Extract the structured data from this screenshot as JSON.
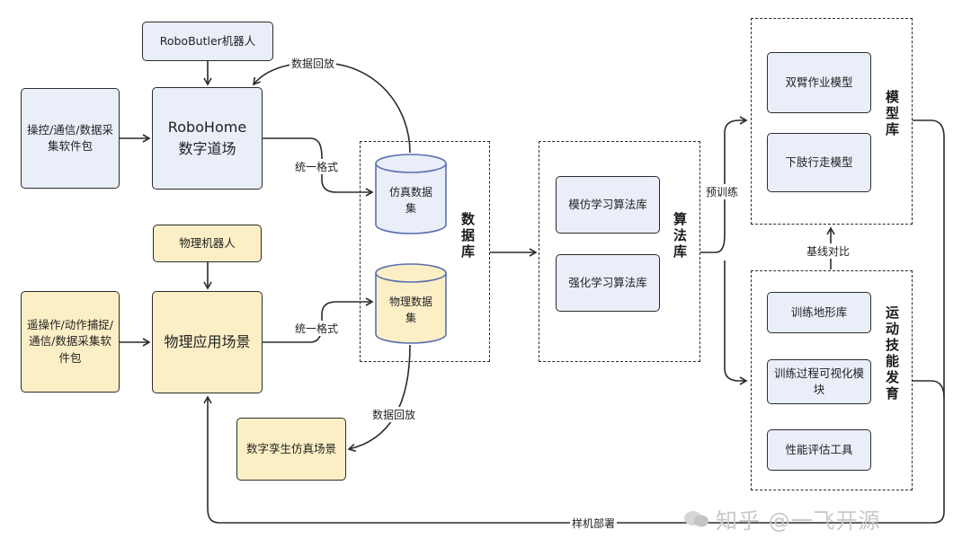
{
  "nodes": {
    "robobutler": "RoboButler机器人",
    "sim_pkg": "操控/通信/数据采集软件包",
    "robohome_line1": "RoboHome",
    "robohome_line2": "数字道场",
    "phys_robot": "物理机器人",
    "phys_pkg": "遥操作/动作捕捉/通信/数据采集软件包",
    "phys_scene": "物理应用场景",
    "twin_scene": "数字孪生仿真场景",
    "sim_dataset_line1": "仿真数据",
    "sim_dataset_line2": "集",
    "phys_dataset_line1": "物理数据",
    "phys_dataset_line2": "集",
    "imitation_lib": "模仿学习算法库",
    "rl_lib": "强化学习算法库",
    "dual_arm_model": "双臂作业模型",
    "lower_limb_model": "下肢行走模型",
    "terrain_lib": "训练地形库",
    "viz_module": "训练过程可视化模块",
    "perf_tool": "性能评估工具"
  },
  "groups": {
    "database": "数据库",
    "algorithm": "算法库",
    "model": "模型库",
    "motor_skill": "运动技能发育"
  },
  "edges": {
    "replay_top": "数据回放",
    "unify_top": "统一格式",
    "unify_bottom": "统一格式",
    "replay_bottom": "数据回放",
    "pretrain": "预训练",
    "baseline": "基线对比",
    "deploy": "样机部署"
  },
  "watermark": "知乎 @一飞开源",
  "colors": {
    "sim_fill": "#e9eef8",
    "phys_fill": "#fcefc6",
    "stroke": "#2b2b2b",
    "cylinder_stroke": "#5b6fb0"
  }
}
